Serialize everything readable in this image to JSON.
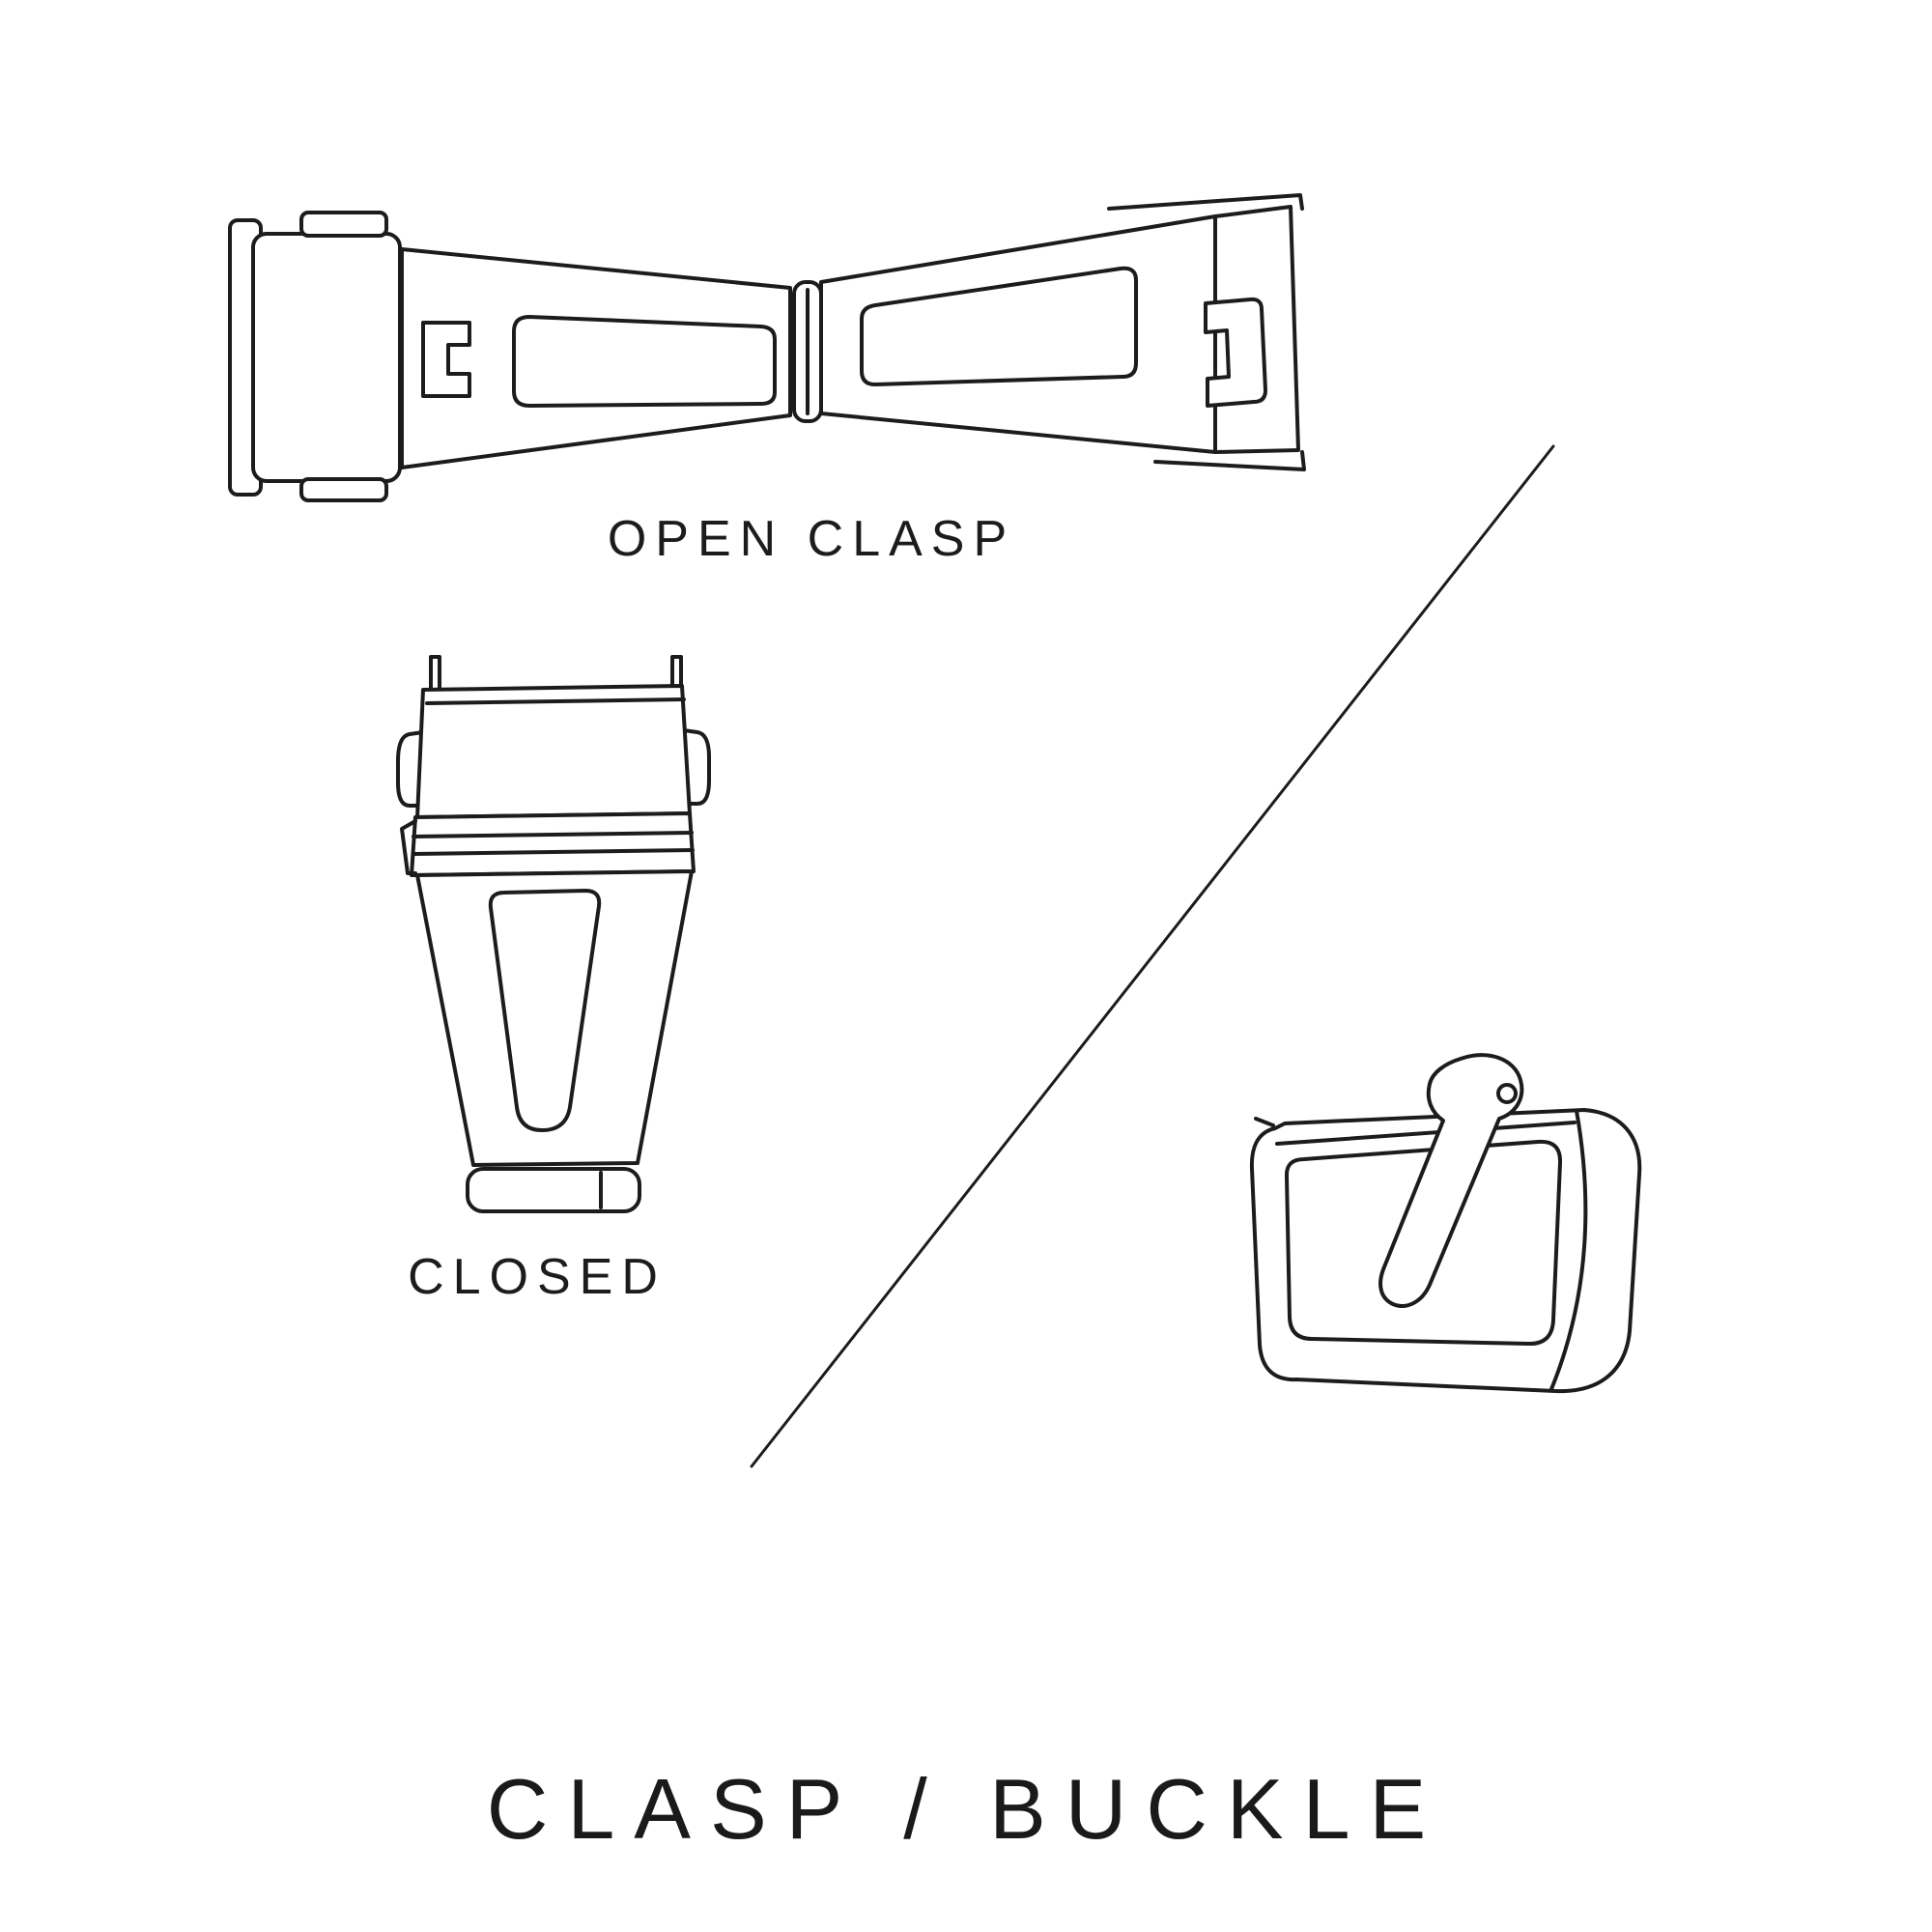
{
  "page": {
    "background_color": "#ffffff",
    "line_color": "#1c1c1c"
  },
  "labels": {
    "open_clasp": "OPEN CLASP",
    "closed": "CLOSED",
    "title": "CLASP / BUCKLE"
  },
  "illustrations": [
    {
      "name": "open-clasp-drawing",
      "caption": "OPEN CLASP"
    },
    {
      "name": "closed-clasp-drawing",
      "caption": "CLOSED"
    },
    {
      "name": "buckle-drawing",
      "caption": ""
    }
  ]
}
